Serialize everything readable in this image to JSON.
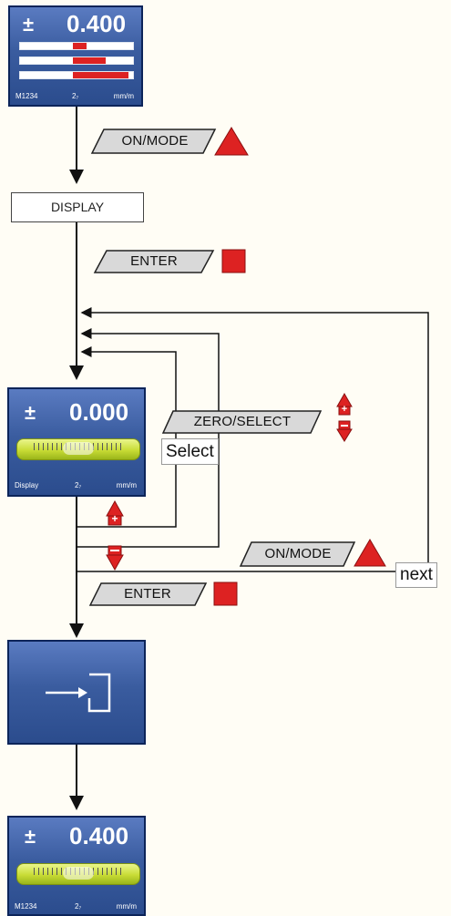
{
  "screens": {
    "top": {
      "sign": "±",
      "value": "0.400",
      "footer": [
        "M1234",
        "2₇",
        "mm/m"
      ]
    },
    "display": {
      "sign": "±",
      "value": "0.000",
      "footer": [
        "Display",
        "2₇",
        "mm/m"
      ]
    },
    "bottom": {
      "sign": "±",
      "value": "0.400",
      "footer": [
        "M1234",
        "2₇",
        "mm/m"
      ]
    }
  },
  "bars": [
    {
      "start": 0.47,
      "end": 0.59
    },
    {
      "start": 0.47,
      "end": 0.76
    },
    {
      "start": 0.47,
      "end": 0.96
    }
  ],
  "labels": {
    "display_box": "DISPLAY",
    "btn_on_mode_1": "ON/MODE",
    "btn_enter_1": "ENTER",
    "btn_zero_select": "ZERO/SELECT",
    "select": "Select",
    "btn_on_mode_2": "ON/MODE",
    "next": "next",
    "btn_enter_2": "ENTER"
  },
  "colors": {
    "screen": "#3a5c9f",
    "button_red": "#dd2222",
    "level_green": "#c8dc35"
  },
  "icons": [
    "triangle-up-icon",
    "square-stop-icon",
    "plus-arrow-up-icon",
    "minus-arrow-down-icon",
    "enter-bracket-icon"
  ]
}
